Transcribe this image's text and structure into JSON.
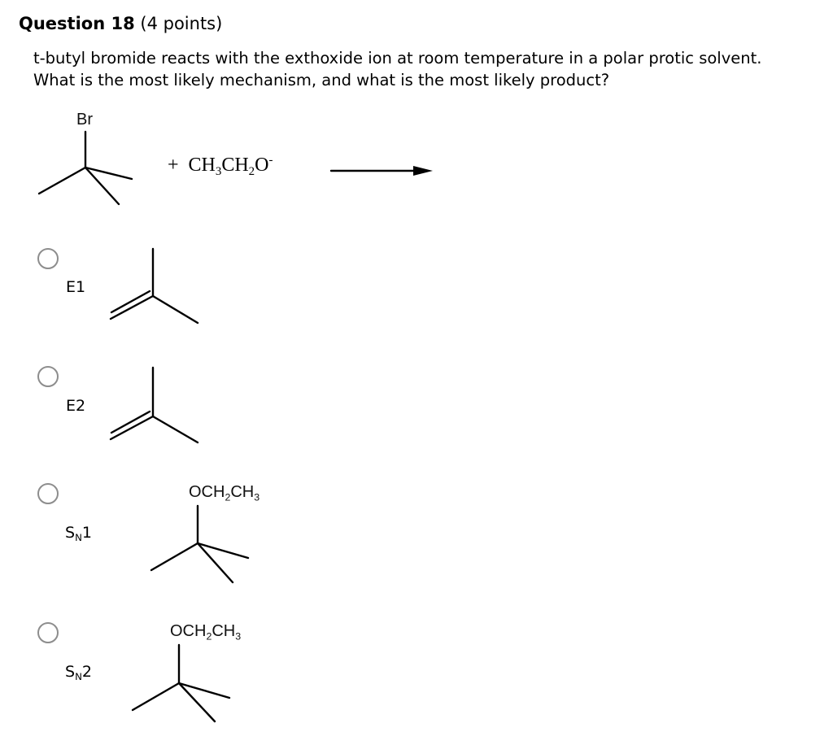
{
  "question": {
    "title": "Question 18",
    "points": "(4 points)",
    "text": "t-butyl bromide reacts with the exthoxide ion at room temperature in a polar protic solvent.  What is the most likely mechanism, and what is the most likely product?"
  },
  "reaction": {
    "substituent_label": "Br",
    "plus": "+",
    "reagent": {
      "part1": "CH",
      "sub1": "3",
      "part2": "CH",
      "sub2": "2",
      "part3": "O",
      "charge": "-"
    }
  },
  "options": [
    {
      "label": "E1",
      "product": "alkene"
    },
    {
      "label": "E2",
      "product": "alkene"
    },
    {
      "label_main": "S",
      "label_sub": "N",
      "label_num": "1",
      "product_label": {
        "a": "OCH",
        "sub1": "2",
        "b": "CH",
        "sub2": "3"
      }
    },
    {
      "label_main": "S",
      "label_sub": "N",
      "label_num": "2",
      "product_label": {
        "a": "OCH",
        "sub1": "2",
        "b": "CH",
        "sub2": "3"
      }
    }
  ]
}
